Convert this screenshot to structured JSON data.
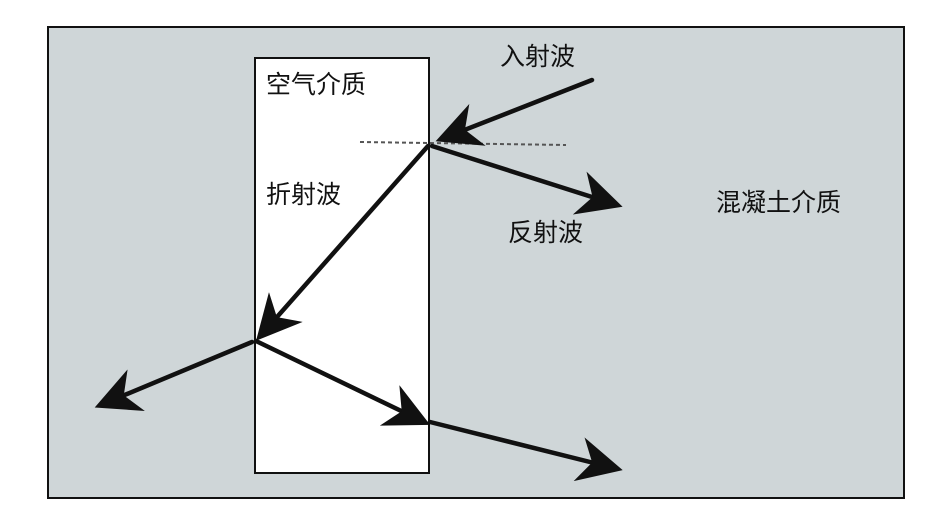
{
  "labels": {
    "air_medium": "空气介质",
    "incident_wave": "入射波",
    "refracted_wave": "折射波",
    "reflected_wave": "反射波",
    "concrete_medium": "混凝土介质"
  },
  "colors": {
    "concrete": "#cfd6d8",
    "air": "#ffffff",
    "ink": "#111111",
    "normal_line": "#555555"
  }
}
